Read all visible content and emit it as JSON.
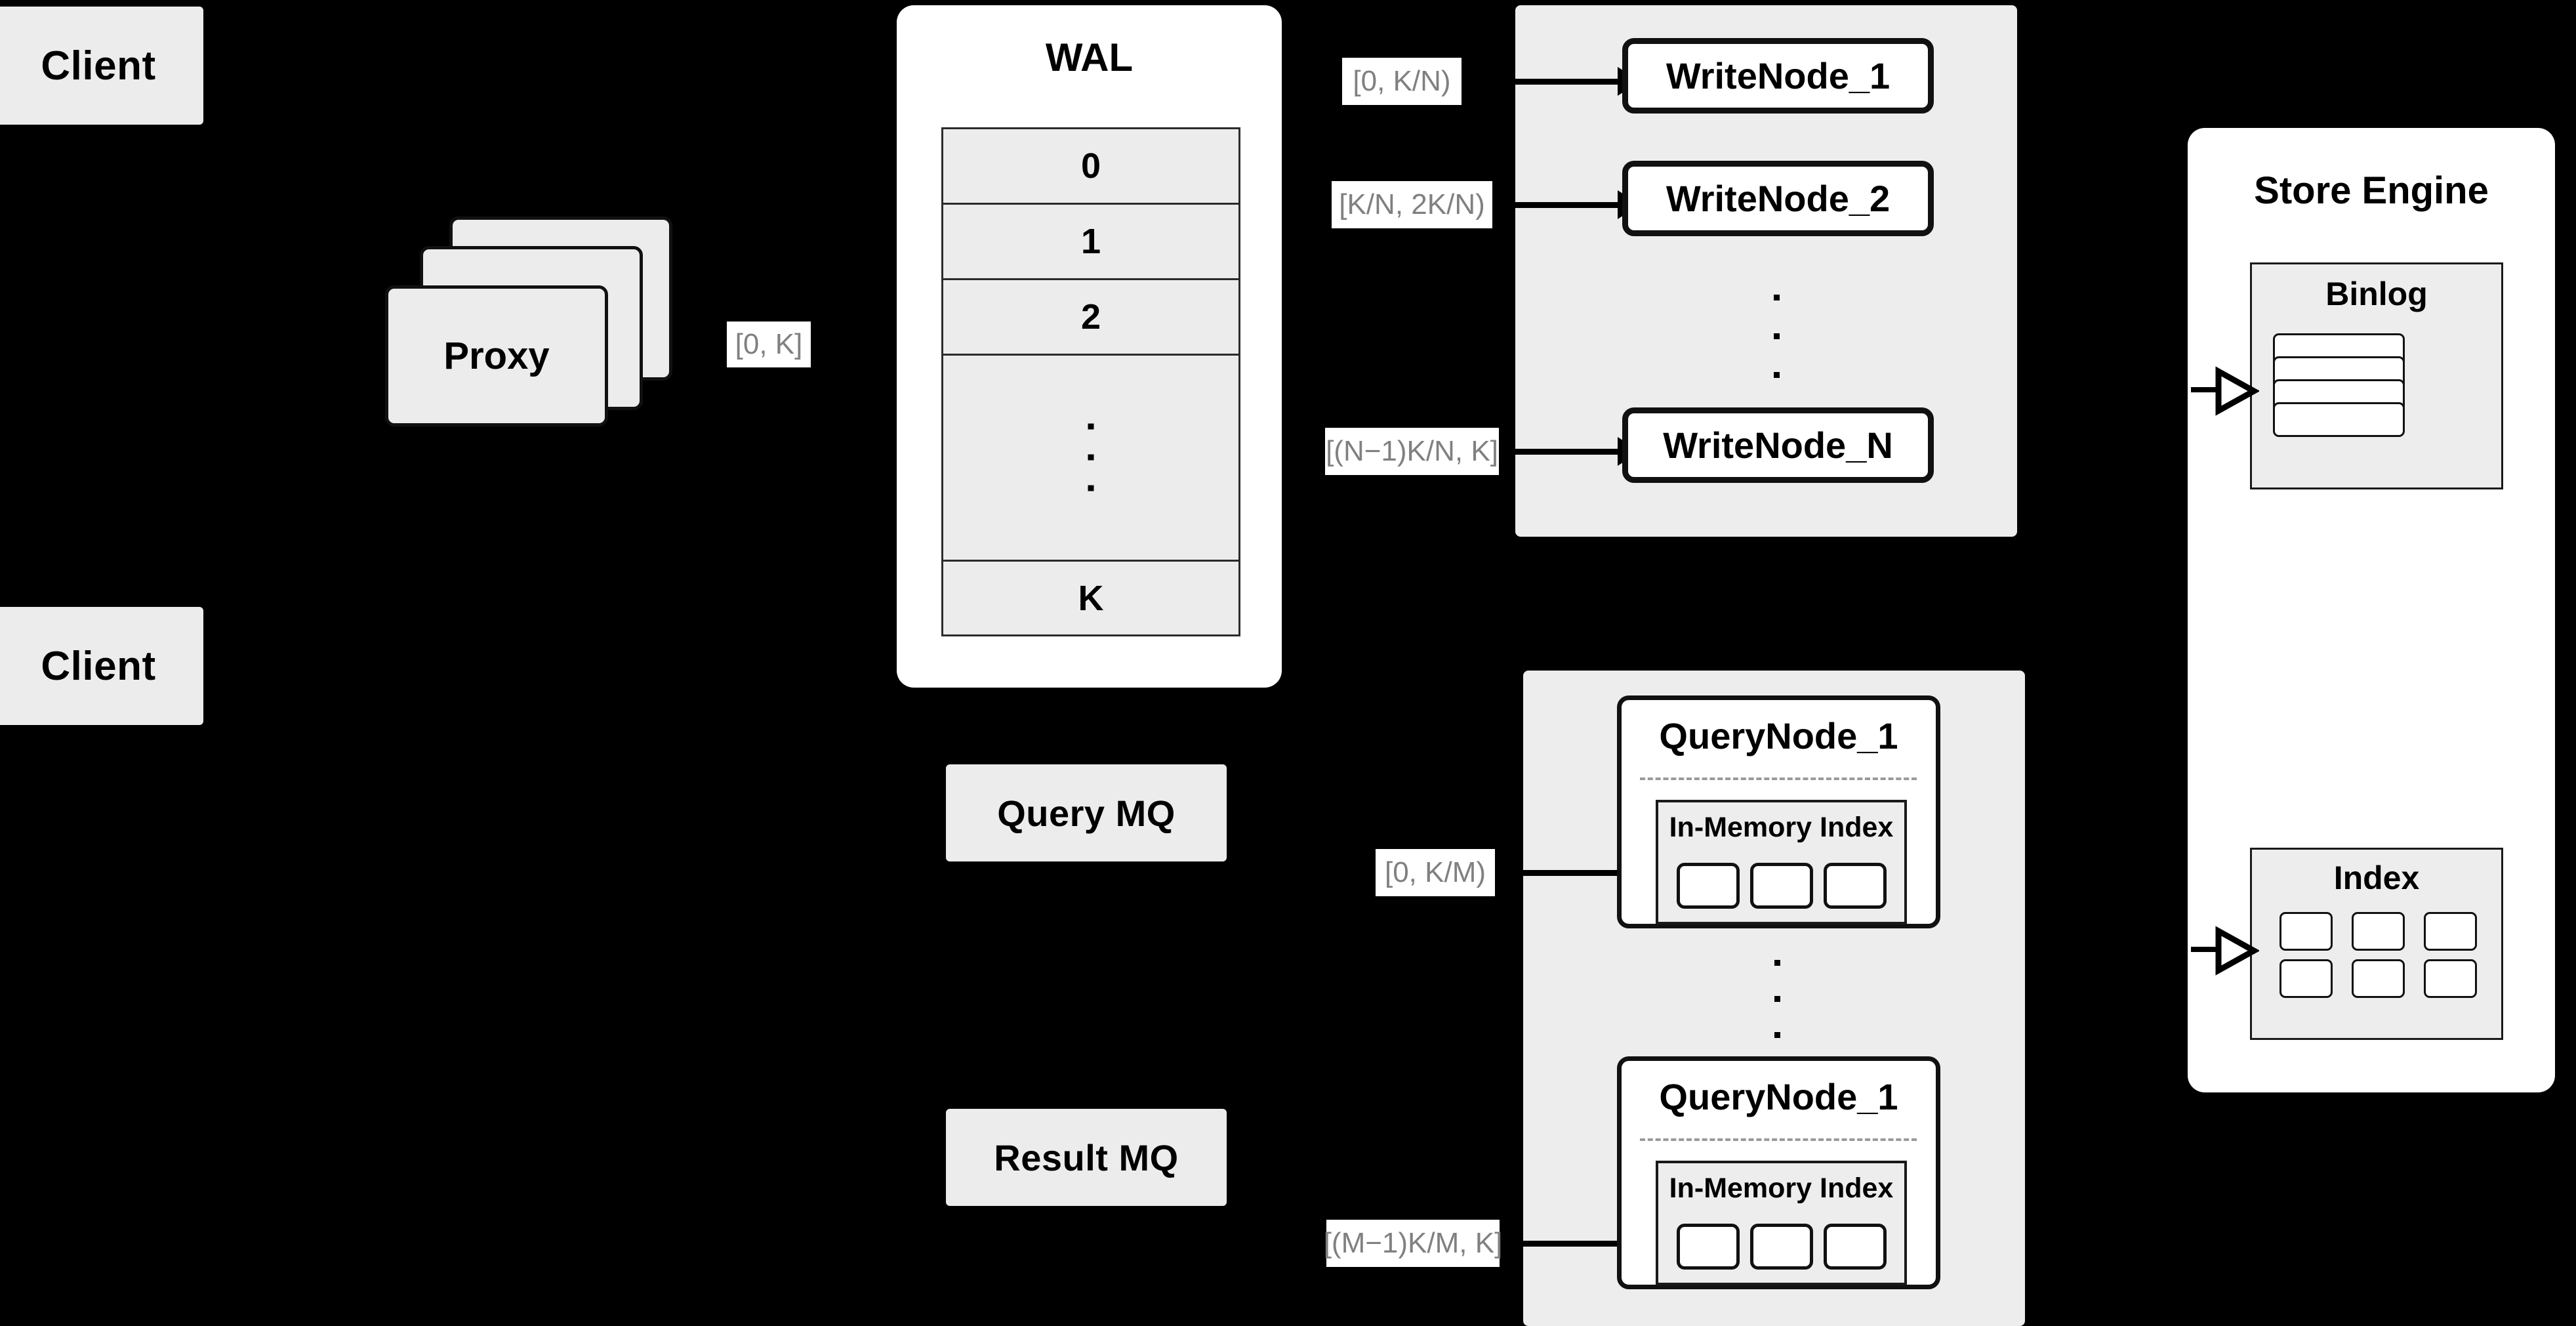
{
  "diagram": {
    "title": "Distributed Vector Database Write/Query Path",
    "background": "#000000",
    "colors": {
      "box_fill": "#ECECEC",
      "group_fill": "#EDEDED",
      "card_fill": "#FFFFFF",
      "stroke": "#111111",
      "label_text": "#808080",
      "label_bg": "#FFFFFF"
    }
  },
  "clients": [
    {
      "label": "Client"
    },
    {
      "label": "Client"
    }
  ],
  "proxy": {
    "label": "Proxy",
    "stack_count": 3
  },
  "wal": {
    "title": "WAL",
    "rows": [
      "0",
      "1",
      "2",
      "⋮",
      "K"
    ],
    "row_labels_visible": [
      "0",
      "1",
      "2",
      "K"
    ],
    "ellipsis_dots": 3
  },
  "write_group": {
    "nodes": [
      {
        "label": "WriteNode_1"
      },
      {
        "label": "WriteNode_2"
      },
      {
        "label": "WriteNode_N"
      }
    ],
    "ellipsis_dots": 3
  },
  "query_group": {
    "nodes": [
      {
        "label": "QueryNode_1",
        "inner_title": "In-Memory Index",
        "slot_count": 3
      },
      {
        "label": "QueryNode_1",
        "inner_title": "In-Memory Index",
        "slot_count": 3
      }
    ],
    "ellipsis_dots": 3
  },
  "message_queues": [
    {
      "label": "Query MQ"
    },
    {
      "label": "Result MQ"
    }
  ],
  "store_engine": {
    "title": "Store Engine",
    "binlog": {
      "title": "Binlog",
      "slot_count": 4
    },
    "index": {
      "title": "Index",
      "slot_count": 6,
      "grid": "3x2"
    }
  },
  "edge_labels": [
    {
      "id": "proxy-to-wal",
      "text": "[0, K]"
    },
    {
      "id": "wal-to-wn1",
      "text": "[0,  K/N)"
    },
    {
      "id": "wal-to-wn2",
      "text": "[K/N, 2K/N)"
    },
    {
      "id": "wal-to-wnN",
      "text": "[(N−1)K/N,  K]"
    },
    {
      "id": "mq-to-qn1",
      "text": "[0, K/M)"
    },
    {
      "id": "mq-to-qnM",
      "text": "[(M−1)K/M, K]"
    }
  ],
  "icons": {
    "arrow_solid": "arrow-right-solid-icon",
    "arrow_hollow": "arrow-right-hollow-icon",
    "vertical_ellipsis": "vertical-ellipsis-icon"
  }
}
